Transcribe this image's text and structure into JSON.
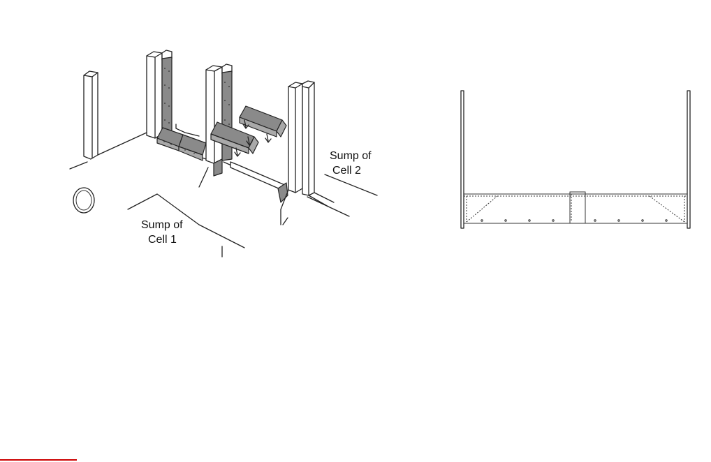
{
  "diagram": {
    "labels": {
      "sump_cell_1": [
        "Sump of",
        "Cell 1"
      ],
      "sump_cell_2": [
        "Sump of",
        "Cell 2"
      ]
    }
  },
  "colors": {
    "panel_shade": "#8a8a8a",
    "baffle_shade": "#a9a9a9",
    "line": "#222222",
    "footer_rule": "#cc0000"
  }
}
